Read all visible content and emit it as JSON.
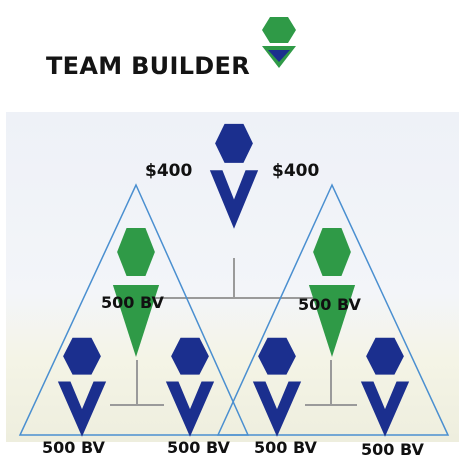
{
  "title": "TEAM BUILDER",
  "colors": {
    "blue": "#1b2f8e",
    "green": "#2f9a47",
    "triangle_outline": "#4a8fd0",
    "connector": "#9a9a9a"
  },
  "icons": {
    "person": "hexagon-head-v-body-icon"
  },
  "payouts": {
    "left": "$400",
    "right": "$400"
  },
  "bv": {
    "left_mid": "500 BV",
    "right_mid": "500 BV",
    "bottom_1": "500 BV",
    "bottom_2": "500 BV",
    "bottom_3": "500 BV",
    "bottom_4": "500 BV"
  }
}
